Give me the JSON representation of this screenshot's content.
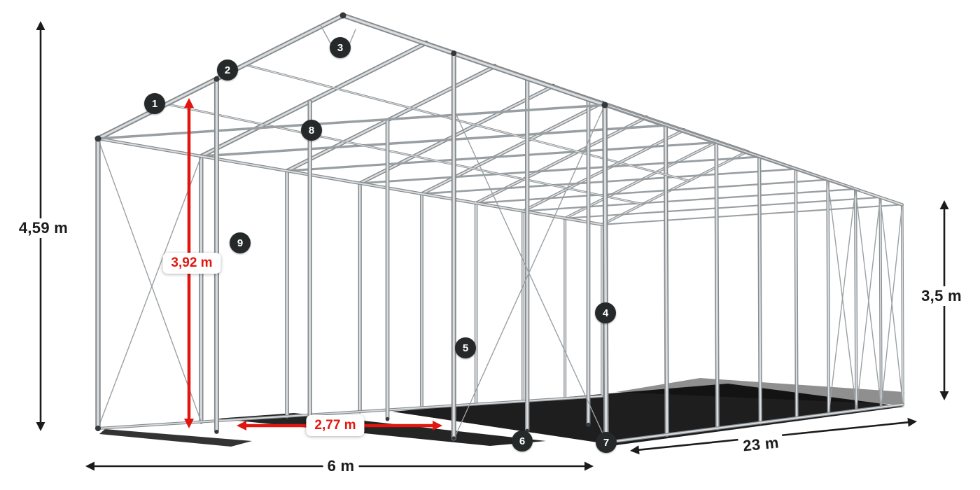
{
  "dimensions": {
    "total_height": "4,59 m",
    "door_height": "3,92 m",
    "door_width": "2,77 m",
    "side_height": "3,5 m",
    "front_width": "6 m",
    "length": "23 m"
  },
  "badges": [
    {
      "label": "1"
    },
    {
      "label": "2"
    },
    {
      "label": "3"
    },
    {
      "label": "4"
    },
    {
      "label": "5"
    },
    {
      "label": "6"
    },
    {
      "label": "7"
    },
    {
      "label": "8"
    },
    {
      "label": "9"
    }
  ],
  "colors": {
    "dimension_red": "#e3150f",
    "dimension_black": "#1b1b1b",
    "frame_light": "#dadddf",
    "frame_dark": "#868b8e",
    "badge_background": "#25292a"
  }
}
